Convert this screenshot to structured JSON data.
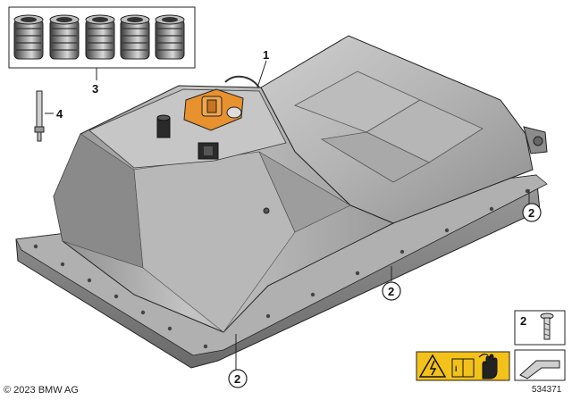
{
  "callouts": {
    "main_part": "1",
    "clip_repeat": "2",
    "grommet_set": "3",
    "pin": "4",
    "legend_screw": "2"
  },
  "footer": {
    "copyright": "© 2023 BMW AG",
    "diagram_id": "534371"
  },
  "colors": {
    "housing_metal": "#a9a9a9",
    "housing_dark": "#6f6f6f",
    "connector_orange": "#e8912f",
    "warning_yellow": "#f3c21a",
    "outline": "#222222"
  }
}
